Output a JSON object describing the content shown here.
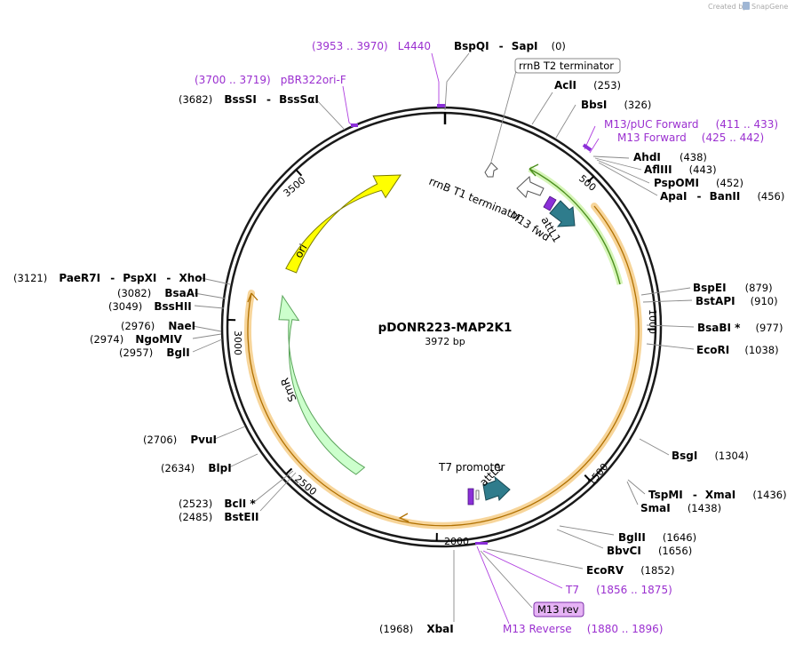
{
  "watermark": {
    "created_by": "Created by",
    "brand": "SnapGene"
  },
  "plasmid": {
    "name": "pDONR223-MAP2K1",
    "length": "3972 bp",
    "total_bp": 3972
  },
  "ticks": [
    {
      "label": "500",
      "bp": 500
    },
    {
      "label": "1000",
      "bp": 1000
    },
    {
      "label": "1500",
      "bp": 1500
    },
    {
      "label": "2000",
      "bp": 2000
    },
    {
      "label": "2500",
      "bp": 2500
    },
    {
      "label": "3000",
      "bp": 3000
    },
    {
      "label": "3500",
      "bp": 3500
    }
  ],
  "labels": {
    "l4440_range": "(3953 .. 3970)",
    "l4440": "L4440",
    "bspqi": "BspQI",
    "dash1": "-",
    "sapi": "SapI",
    "sapi_pos": "(0)",
    "pbr_range": "(3700 .. 3719)",
    "pbr": "pBR322ori-F",
    "bsssi_pos": "(3682)",
    "bsssi": "BssSI",
    "dash2": "-",
    "bsssai": "BssSαI",
    "rrnb_t2": "rrnB T2 terminator",
    "acli": "AclI",
    "acli_pos": "(253)",
    "bbsi": "BbsI",
    "bbsi_pos": "(326)",
    "m13puc": "M13/pUC Forward",
    "m13puc_range": "(411 .. 433)",
    "m13fwd_label": "M13 Forward",
    "m13fwd_range": "(425 .. 442)",
    "ahdi": "AhdI",
    "ahdi_pos": "(438)",
    "aflii": "AflIII",
    "aflii_pos": "(443)",
    "pspomi": "PspOMI",
    "pspomi_pos": "(452)",
    "apai": "ApaI",
    "dash3": "-",
    "banii": "BanII",
    "banii_pos": "(456)",
    "bspei": "BspEI",
    "bspei_pos": "(879)",
    "bstapi": "BstAPI",
    "bstapi_pos": "(910)",
    "bsabi": "BsaBI *",
    "bsabi_pos": "(977)",
    "ecori": "EcoRI",
    "ecori_pos": "(1038)",
    "bsgi": "BsgI",
    "bsgi_pos": "(1304)",
    "tspmi": "TspMI",
    "dash4": "-",
    "xmai": "XmaI",
    "xmai_pos": "(1436)",
    "smai": "SmaI",
    "smai_pos": "(1438)",
    "bglii": "BglII",
    "bglii_pos": "(1646)",
    "bbvci": "BbvCI",
    "bbvci_pos": "(1656)",
    "ecorv": "EcoRV",
    "ecorv_pos": "(1852)",
    "t7": "T7",
    "t7_range": "(1856 .. 1875)",
    "m13rev_box": "M13 rev",
    "m13reverse": "M13 Reverse",
    "m13reverse_range": "(1880 .. 1896)",
    "xbai_pos": "(1968)",
    "xbai": "XbaI",
    "bcli_pos": "(2523)",
    "bcli": "BclI *",
    "bsteii_pos": "(2485)",
    "bsteii": "BstEII",
    "blpi_pos": "(2634)",
    "blpi": "BlpI",
    "pvui_pos": "(2706)",
    "pvui": "PvuI",
    "bgli_pos": "(2957)",
    "bgli": "BglI",
    "ngomiv_pos": "(2974)",
    "ngomiv": "NgoMIV",
    "naei_pos": "(2976)",
    "naei": "NaeI",
    "bsshii_pos": "(3049)",
    "bsshii": "BssHII",
    "bsaai_pos": "(3082)",
    "bsaai": "BsaAI",
    "paer7i_pos": "(3121)",
    "paer7i": "PaeR7I",
    "dash5": "-",
    "pspxi": "PspXI",
    "dash6": "-",
    "xhoi": "XhoI"
  },
  "features": {
    "rrnb_t1": "rrnB T1 terminator",
    "m13_fwd": "M13 fwd",
    "attl1": "attL1",
    "t7_promoter": "T7 promoter",
    "attl2": "attL2",
    "ori": "ori",
    "smr": "SmR"
  },
  "colors": {
    "backbone": "#1a1a1a",
    "ori": "#ffff00",
    "smr": "#ccffcc",
    "att": "#2f7c8c",
    "primer_bind": "#8b2fd8",
    "orf_highlight": "#f5c877",
    "orf_line": "#b07000",
    "green_feature": "#63b32a",
    "primer_text": "#9b30d0"
  }
}
